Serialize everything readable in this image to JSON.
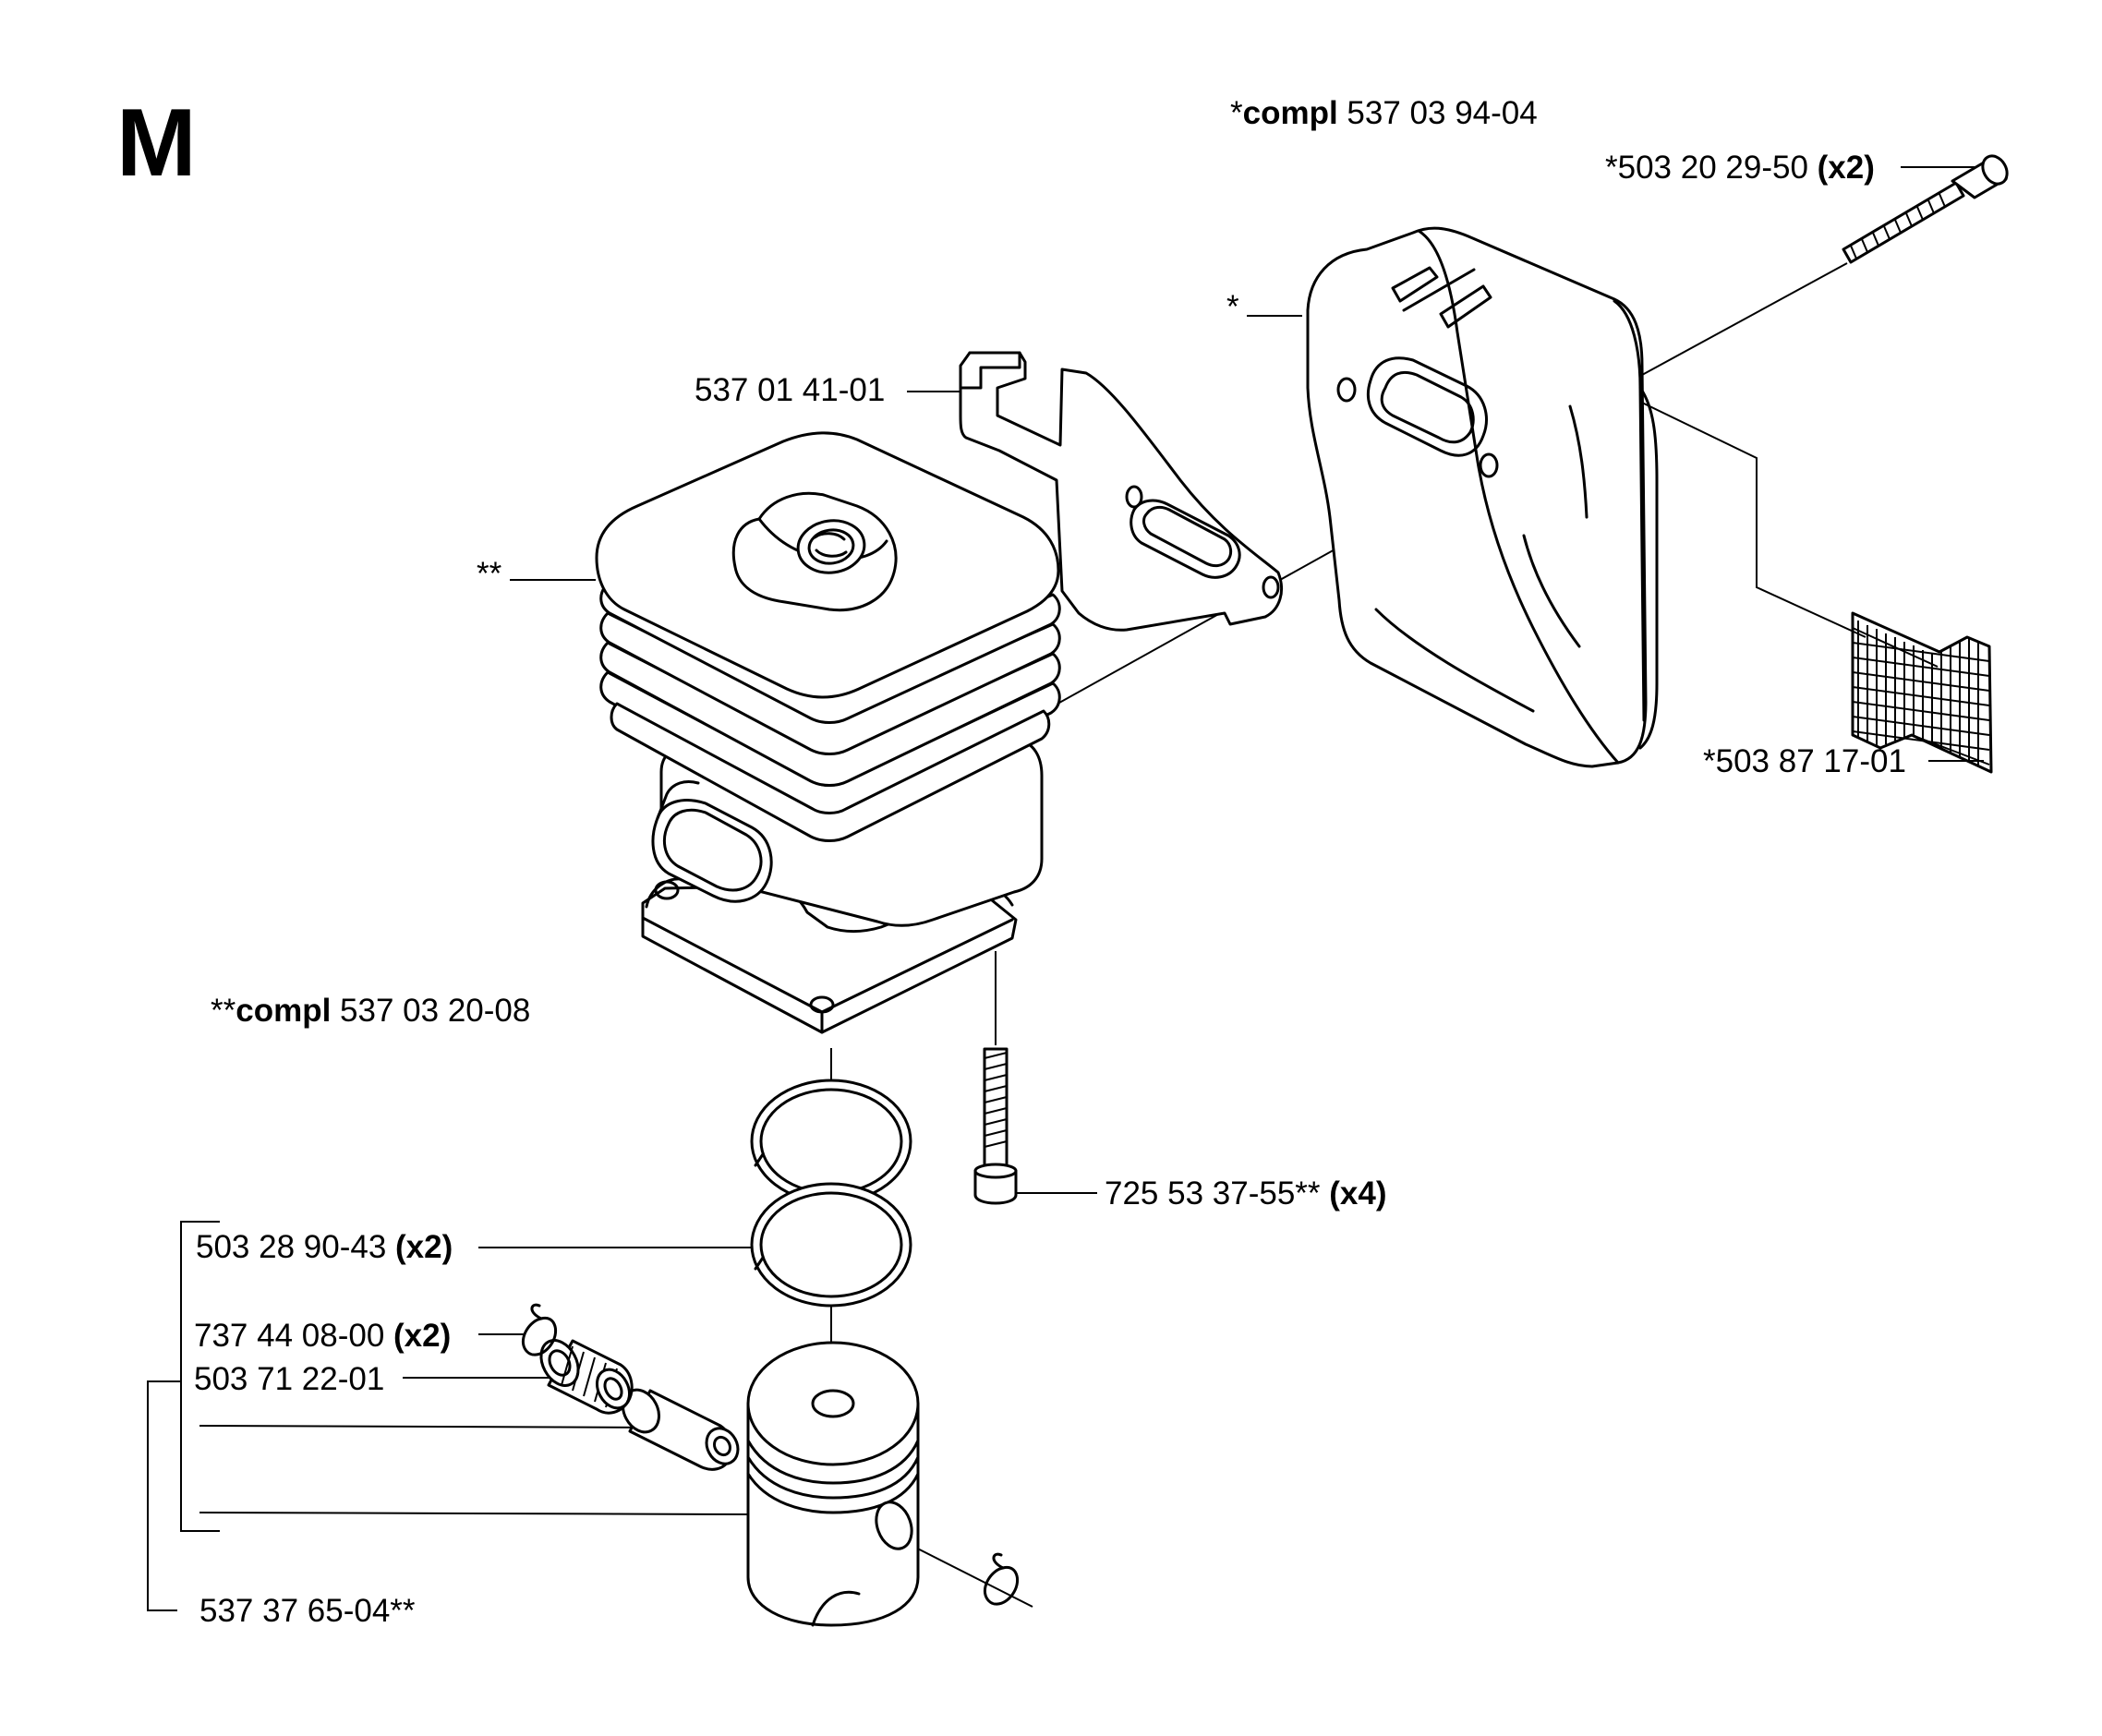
{
  "section_letter": "M",
  "labels": {
    "muffler_compl_prefix": "*",
    "muffler_compl_bold": "compl",
    "muffler_compl_number": " 537 03 94-04",
    "muffler_bolt_number": "*503 20 29-50 ",
    "muffler_bolt_qty": "(x2)",
    "muffler_star": "*",
    "bracket_number": "537 01 41-01",
    "cylinder_star": "**",
    "screen_number": "*503 87 17-01",
    "cylinder_compl_prefix": "**",
    "cylinder_compl_bold": "compl",
    "cylinder_compl_number": " 537 03 20-08",
    "cylinder_screw_number": "725 53 37-55** ",
    "cylinder_screw_qty": "(x4)",
    "ring_number": "503 28 90-43 ",
    "ring_qty": "(x2)",
    "circlip_number": "737 44 08-00 ",
    "circlip_qty": "(x2)",
    "bearing_number": "503 71 22-01",
    "piston_kit_number": "537 37 65-04**"
  }
}
